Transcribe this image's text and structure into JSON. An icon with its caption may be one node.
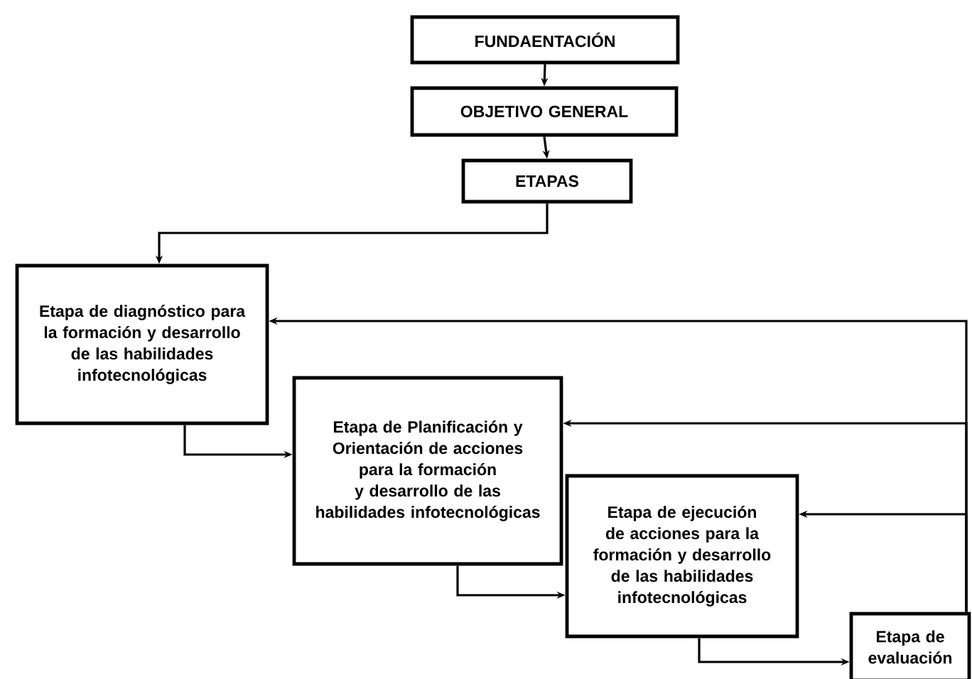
{
  "diagram": {
    "nodes": [
      {
        "text": [
          "FUNDAENTACIÓN"
        ]
      },
      {
        "text": [
          "OBJETIVO GENERAL"
        ]
      },
      {
        "text": [
          "ETAPAS"
        ]
      },
      {
        "text": [
          "Etapa de diagnóstico para la formación y desarrollo de las habilidades infotecnológicas"
        ]
      },
      {
        "text": [
          "Etapa de Planificación y Orientación de acciones para la formación y desarrollo de las habilidades infotecnológicas"
        ]
      },
      {
        "text": [
          "Etapa de ejecución de acciones para la formación y desarrollo de las habilidades infotecnológicas"
        ]
      },
      {
        "text": [
          "Etapa de evaluación"
        ]
      }
    ],
    "edges": [
      {
        "from": 0,
        "to": 1,
        "arrow": "to"
      },
      {
        "from": 1,
        "to": 2,
        "arrow": "to"
      },
      {
        "from": 2,
        "to": 3,
        "arrow": "to"
      },
      {
        "from": 3,
        "to": 4,
        "arrow": "to"
      },
      {
        "from": 4,
        "to": 5,
        "arrow": "to"
      },
      {
        "from": 5,
        "to": 6,
        "arrow": "to"
      },
      {
        "from": 6,
        "to": 3,
        "arrow": "to"
      },
      {
        "from": 6,
        "to": 4,
        "arrow": "to"
      },
      {
        "from": 6,
        "to": 5,
        "arrow": "to"
      }
    ]
  }
}
